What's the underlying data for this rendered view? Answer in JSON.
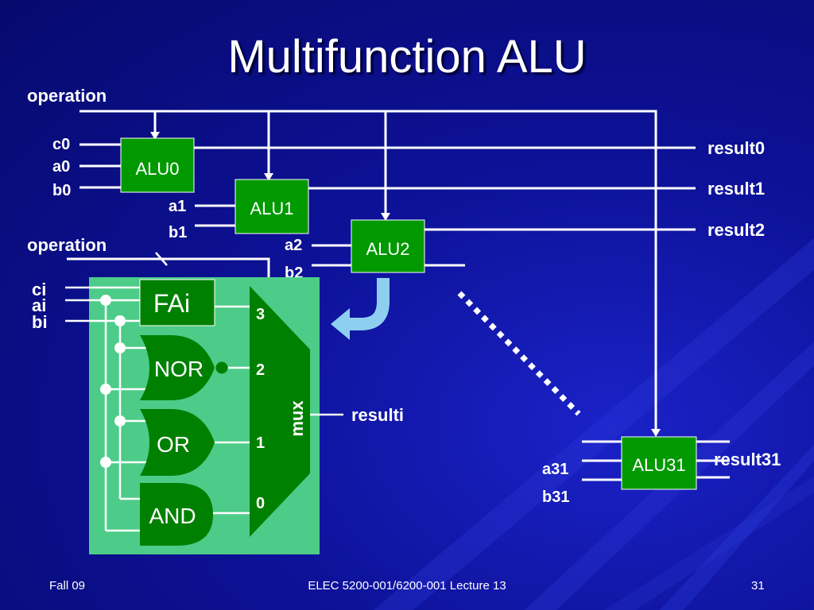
{
  "slide": {
    "title": "Multifunction ALU",
    "footer_left": "Fall 09",
    "footer_center": "ELEC 5200-001/6200-001 Lecture 13",
    "page_number": "31"
  },
  "diagram": {
    "top": {
      "operation_label": "operation",
      "inputs": [
        "c0",
        "a0",
        "b0",
        "a1",
        "b1",
        "a2",
        "b2",
        "a31",
        "b31"
      ],
      "alus": [
        "ALU0",
        "ALU1",
        "ALU2",
        "ALU31"
      ],
      "results": [
        "result0",
        "result1",
        "result2",
        "result31"
      ]
    },
    "detail": {
      "operation_label": "operation",
      "inputs": [
        "ci",
        "ai",
        "bi"
      ],
      "gates": [
        "FAi",
        "NOR",
        "OR",
        "AND"
      ],
      "mux_label": "mux",
      "mux_inputs": [
        "3",
        "2",
        "1",
        "0"
      ],
      "output_label": "resulti"
    },
    "colors": {
      "alu_fill": "#009900",
      "detail_panel": "#4ccc88",
      "gate_fill": "#008000",
      "expand_arrow": "#8ecff0",
      "wire": "#ffffff"
    }
  }
}
